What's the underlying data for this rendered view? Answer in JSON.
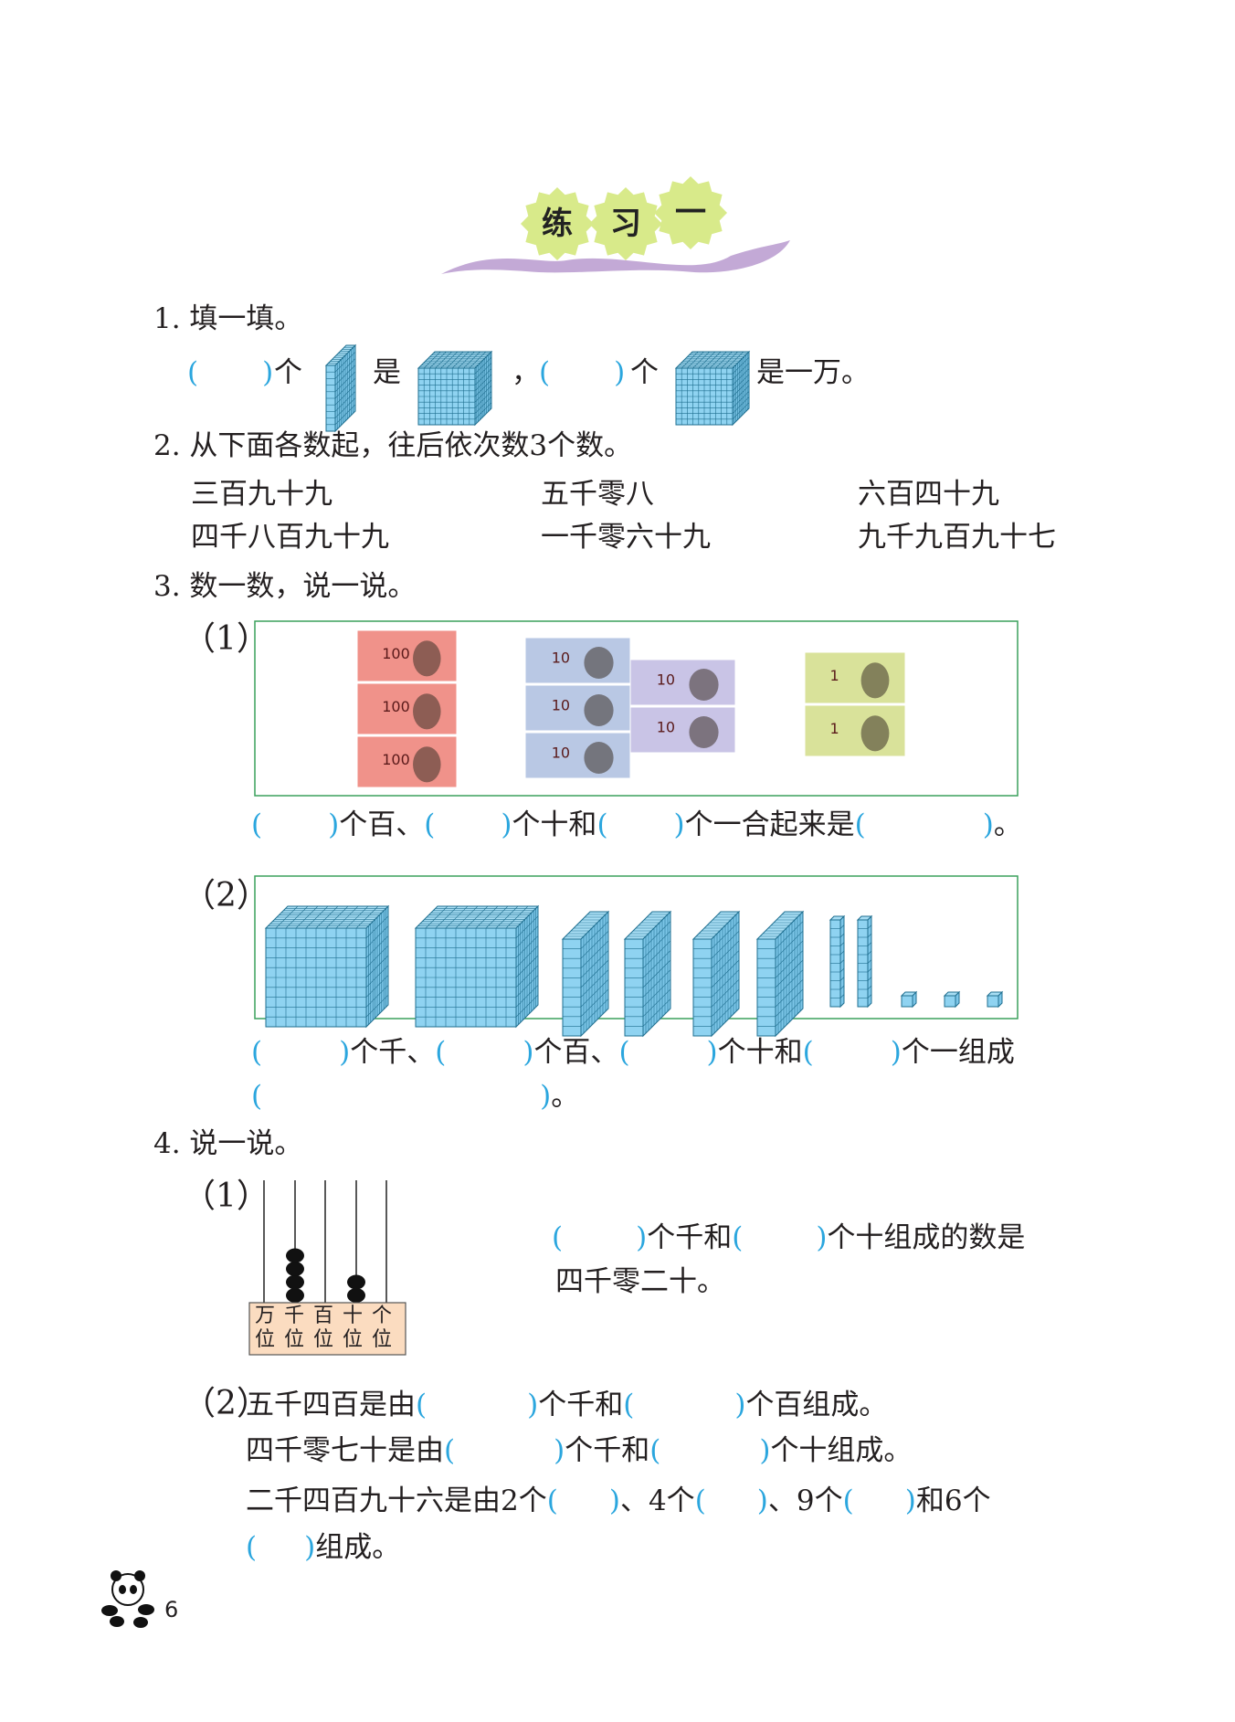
{
  "title": {
    "chars": [
      "练",
      "习",
      "一"
    ],
    "accent": "#d8ea8a",
    "ribbon": "#c3a9d6"
  },
  "colors": {
    "blank_bracket": "#2ba6de",
    "block": "#8fd3f1",
    "block_line": "#1f6f90",
    "frame": "#3aa15c"
  },
  "q1": {
    "heading": "1. 填一填。",
    "row": [
      {
        "blank": ""
      },
      {
        "text": "个"
      },
      {
        "img": "hundred-flat"
      },
      {
        "text": "是"
      },
      {
        "img": "thousand-cube"
      },
      {
        "text": "，"
      },
      {
        "blank": ""
      },
      {
        "text": "个"
      },
      {
        "img": "thousand-cube"
      },
      {
        "text": "是一万。"
      }
    ]
  },
  "q2": {
    "heading": "2. 从下面各数起，往后依次数3个数。",
    "numbers": [
      [
        "三百九十九",
        "五千零八",
        "六百四十九"
      ],
      [
        "四千八百九十九",
        "一千零六十九",
        "九千九百九十七"
      ]
    ]
  },
  "q3": {
    "heading": "3. 数一数，说一说。",
    "p1": {
      "label": "（1）",
      "notes": {
        "hundred": 3,
        "ten": 5,
        "one": 2
      },
      "note_labels": [
        "100",
        "10",
        "1"
      ],
      "line": [
        {
          "blank": ""
        },
        {
          "text": "个百、"
        },
        {
          "blank": ""
        },
        {
          "text": "个十和"
        },
        {
          "blank": ""
        },
        {
          "text": "个一合起来是"
        },
        {
          "blank": ""
        },
        {
          "text": "。"
        }
      ]
    },
    "p2": {
      "label": "（2）",
      "blocks": {
        "thousands": 2,
        "hundreds": 4,
        "tens": 2,
        "ones": 3
      },
      "line1": [
        {
          "blank": ""
        },
        {
          "text": "个千、"
        },
        {
          "blank": ""
        },
        {
          "text": "个百、"
        },
        {
          "blank": ""
        },
        {
          "text": "个十和"
        },
        {
          "blank": ""
        },
        {
          "text": "个一组成"
        }
      ],
      "line2": [
        {
          "blank": ""
        },
        {
          "text": "。"
        }
      ]
    }
  },
  "q4": {
    "heading": "4. 说一说。",
    "p1": {
      "label": "（1）",
      "abacus": {
        "places": [
          "万位",
          "千位",
          "百位",
          "十位",
          "个位"
        ],
        "place_top": [
          "万",
          "千",
          "百",
          "十",
          "个"
        ],
        "place_bottom": [
          "位",
          "位",
          "位",
          "位",
          "位"
        ],
        "beads": [
          0,
          4,
          0,
          2,
          0
        ]
      },
      "line1": [
        {
          "blank": ""
        },
        {
          "text": "个千和"
        },
        {
          "blank": ""
        },
        {
          "text": "个十组成的数是"
        }
      ],
      "line2": [
        {
          "text": "四千零二十。"
        }
      ]
    },
    "p2": {
      "label": "（2）",
      "line1": [
        {
          "text": "五千四百是由"
        },
        {
          "blank": ""
        },
        {
          "text": "个千和"
        },
        {
          "blank": ""
        },
        {
          "text": "个百组成。"
        }
      ],
      "line2": [
        {
          "text": "四千零七十是由"
        },
        {
          "blank": ""
        },
        {
          "text": "个千和"
        },
        {
          "blank": ""
        },
        {
          "text": "个十组成。"
        }
      ],
      "line3": [
        {
          "text": "二千四百九十六是由2个"
        },
        {
          "blank": ""
        },
        {
          "text": "、4个"
        },
        {
          "blank": ""
        },
        {
          "text": "、9个"
        },
        {
          "blank": ""
        },
        {
          "text": "和6个"
        }
      ],
      "line4": [
        {
          "blank": ""
        },
        {
          "text": "组成。"
        }
      ]
    }
  },
  "footer": {
    "page_number": "6"
  }
}
